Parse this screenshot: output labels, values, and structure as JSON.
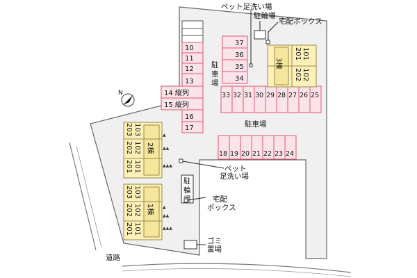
{
  "labels": {
    "pet_wash_top": "ペット足洗い場",
    "bike_parking_top": "駐輪場",
    "delivery_box_top": "宅配ボックス",
    "parking_vertical_1": "駐",
    "parking_vertical_2": "車",
    "parking_vertical_3": "場",
    "parking_center": "駐車場",
    "pet_wash_mid_1": "ペット",
    "pet_wash_mid_2": "足洗い場",
    "bike_parking_mid_1": "駐",
    "bike_parking_mid_2": "輪",
    "bike_parking_mid_3": "場",
    "delivery_box_mid_1": "宅配",
    "delivery_box_mid_2": "ボックス",
    "garbage_1": "ゴミ",
    "garbage_2": "置場",
    "road": "道路",
    "north": "N"
  },
  "buildings": {
    "b3": {
      "name": "3棟",
      "rooms_top": [
        "201",
        "101"
      ],
      "rooms_bottom": [
        "202",
        "102"
      ]
    },
    "b2": {
      "name": "2棟",
      "rooms_a": [
        "203",
        "103"
      ],
      "rooms_b": [
        "202",
        "102"
      ],
      "rooms_c": [
        "201",
        "101"
      ]
    },
    "b1": {
      "name": "1棟",
      "rooms_a": [
        "203",
        "103"
      ],
      "rooms_b": [
        "202",
        "102"
      ],
      "rooms_c": [
        "201",
        "101"
      ]
    }
  },
  "parking": {
    "column_empty_count": 3,
    "column": [
      "10",
      "11",
      "12",
      "13",
      "14 縦列",
      "15 縦列",
      "16",
      "17"
    ],
    "upper_right": [
      "37",
      "36",
      "35",
      "34"
    ],
    "row_top": [
      "33",
      "32",
      "31",
      "30",
      "29",
      "28",
      "27",
      "26",
      "25"
    ],
    "row_bottom": [
      "18",
      "19",
      "20",
      "21",
      "22",
      "23",
      "24"
    ]
  }
}
